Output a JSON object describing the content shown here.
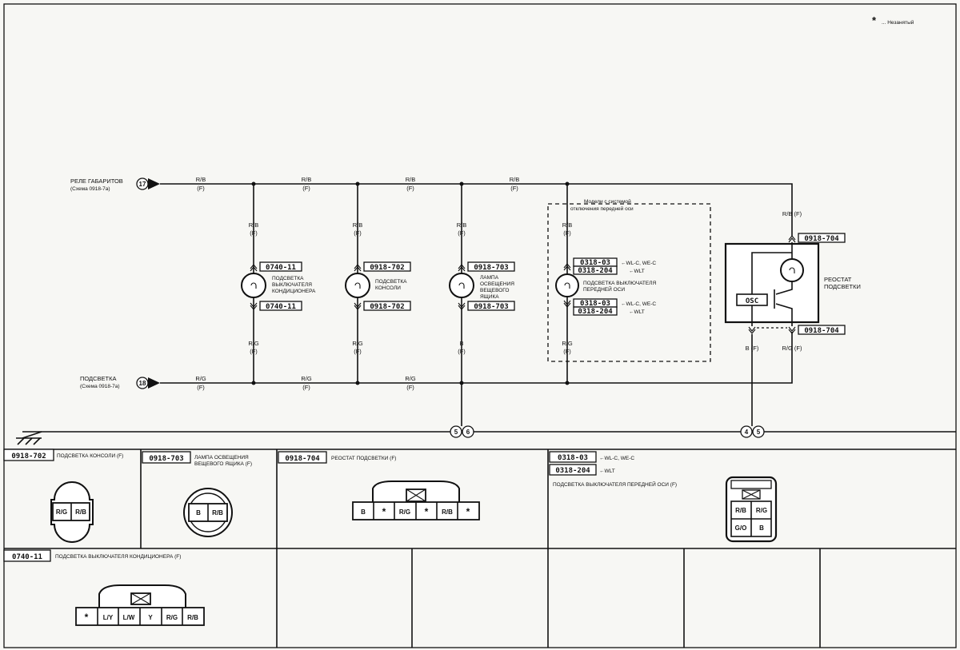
{
  "legend": {
    "star": "*",
    "text": "... Незанятый"
  },
  "sources": {
    "relay": {
      "label": "РЕЛЕ ГАБАРИТОВ",
      "sub": "(Схема 0918-7а)",
      "num": "17"
    },
    "backlight": {
      "label": "ПОДСВЕТКА",
      "sub": "(Схема 0918-7а)",
      "num": "18"
    }
  },
  "wires": {
    "rb": "R/B",
    "rg": "R/G",
    "b": "B",
    "f": "(F)",
    "rbf": "R/B (F)",
    "bf": "B (F)",
    "rgf": "R/G (F)"
  },
  "components": {
    "ac": {
      "top": "0740-11",
      "bottom": "0740-11",
      "name": [
        "ПОДСВЕТКА",
        "ВЫКЛЮЧАТЕЛЯ",
        "КОНДИЦИОНЕРА"
      ]
    },
    "console": {
      "top": "0918-702",
      "bottom": "0918-702",
      "name": [
        "ПОДСВЕТКА",
        "КОНСОЛИ"
      ]
    },
    "glovebox": {
      "top": "0918-703",
      "bottom": "0918-703",
      "name": [
        "ЛАМПА",
        "ОСВЕЩЕНИЯ",
        "ВЕЩЕВОГО",
        "ЯЩИКА"
      ]
    },
    "axle": {
      "group": [
        "Модели с системой",
        "отключения передней оси"
      ],
      "c1": "0318-03",
      "c2": "0318-204",
      "n1": "←WL-C, WE-C",
      "n2": "←WLT",
      "name": [
        "ПОДСВЕТКА ВЫКЛЮЧАТЕЛЯ",
        "ПЕРЕДНЕЙ ОСИ"
      ]
    },
    "rheostat": {
      "top": "0918-704",
      "bottom": "0918-704",
      "osc": "OSC",
      "name": [
        "РЕОСТАТ",
        "ПОДСВЕТКИ"
      ]
    }
  },
  "grounds": [
    "5",
    "6",
    "4",
    "5"
  ],
  "connectors": {
    "console": {
      "code": "0918-702",
      "title": "ПОДСВЕТКА КОНСОЛИ (F)",
      "pins": [
        "R/G",
        "R/B"
      ]
    },
    "glovebox": {
      "code": "0918-703",
      "title": "ЛАМПА ОСВЕЩЕНИЯ",
      "title2": "ВЕЩЕВОГО ЯЩИКА (F)",
      "pins": [
        "B",
        "R/B"
      ]
    },
    "rheostat": {
      "code": "0918-704",
      "title": "РЕОСТАТ ПОДСВЕТКИ (F)",
      "pins": [
        "B",
        "*",
        "R/G",
        "*",
        "R/B",
        "*"
      ]
    },
    "axle": {
      "code1": "0318-03",
      "note1": "←WL-C, WE-C",
      "code2": "0318-204",
      "note2": "←WLT",
      "title": "ПОДСВЕТКА ВЫКЛЮЧАТЕЛЯ ПЕРЕДНЕЙ ОСИ (F)",
      "pins": [
        "R/B",
        "R/G",
        "G/O",
        "B"
      ]
    },
    "ac": {
      "code": "0740-11",
      "title": "ПОДСВЕТКА ВЫКЛЮЧАТЕЛЯ КОНДИЦИОНЕРА (F)",
      "pins": [
        "*",
        "L/Y",
        "L/W",
        "Y",
        "R/G",
        "R/B"
      ]
    }
  }
}
